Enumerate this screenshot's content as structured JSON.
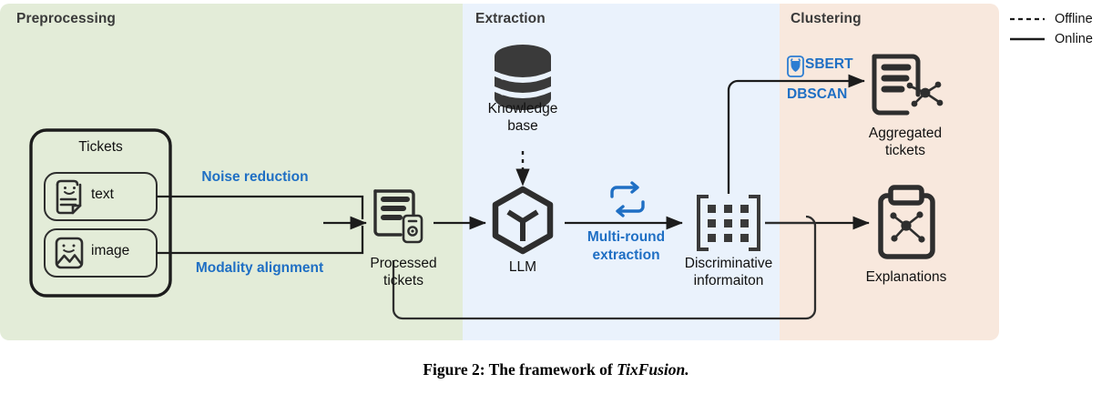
{
  "figure": {
    "caption_prefix": "Figure 2: The framework of ",
    "caption_emphasis": "TixFusion."
  },
  "panels": [
    {
      "id": "preprocessing",
      "title": "Preprocessing",
      "color": "#e3ecd8"
    },
    {
      "id": "extraction",
      "title": "Extraction",
      "color": "#eaf2fc"
    },
    {
      "id": "clustering",
      "title": "Clustering",
      "color": "#f8e8dd"
    }
  ],
  "legend": {
    "items": [
      {
        "label": "Offline",
        "style": "dashed"
      },
      {
        "label": "Online",
        "style": "solid"
      }
    ]
  },
  "nodes": {
    "tickets_group": "Tickets",
    "ticket_text": "text",
    "ticket_image": "image",
    "processed_tickets_line1": "Processed",
    "processed_tickets_line2": "tickets",
    "knowledge_base_line1": "Knowledge",
    "knowledge_base_line2": "base",
    "llm": "LLM",
    "discriminative_line1": "Discriminative",
    "discriminative_line2": "informaiton",
    "aggregated_line1": "Aggregated",
    "aggregated_line2": "tickets",
    "explanations": "Explanations"
  },
  "edges": {
    "noise_reduction": "Noise reduction",
    "modality_alignment": "Modality alignment",
    "multi_round_line1": "Multi-round",
    "multi_round_line2": "extraction",
    "sbert": "SBERT",
    "dbscan": "DBSCAN"
  },
  "colors": {
    "accent_blue": "#1f6fc4",
    "stroke_dark": "#2e2e2e",
    "panel_green": "#e3ecd8",
    "panel_blue": "#eaf2fc",
    "panel_peach": "#f8e8dd"
  }
}
